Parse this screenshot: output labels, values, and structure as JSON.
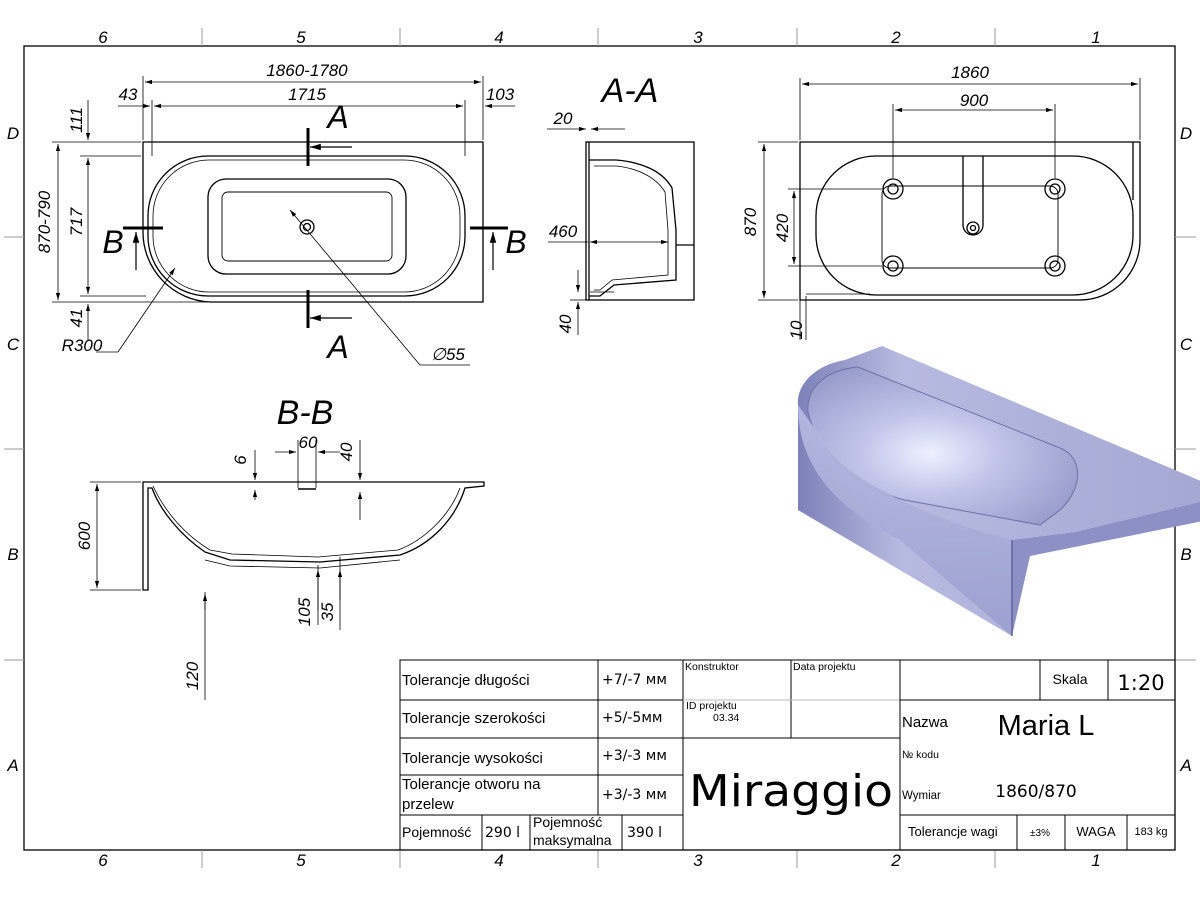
{
  "frame": {
    "columns": [
      "6",
      "5",
      "4",
      "3",
      "2",
      "1"
    ],
    "rows": [
      "D",
      "C",
      "B",
      "A"
    ]
  },
  "top_view": {
    "dim_overall": "1860-1780",
    "dim_inner": "1715",
    "dim_left": "43",
    "dim_right": "103",
    "dim_top": "111",
    "dim_height": "870-790",
    "dim_basin": "717",
    "dim_bottom": "41",
    "radius": "R300",
    "drain": "∅55",
    "section_a": "A",
    "section_b": "B"
  },
  "section_aa": {
    "title": "A-A",
    "dim_top": "20",
    "dim_depth": "460",
    "dim_bottom": "40"
  },
  "bottom_view": {
    "dim_length": "1860",
    "dim_feet": "900",
    "dim_width": "870",
    "dim_feet_y": "420",
    "dim_bottom": "10"
  },
  "section_bb": {
    "title": "B-B",
    "dim_60": "60",
    "dim_6": "6",
    "dim_40": "40",
    "dim_600": "600",
    "dim_105": "105",
    "dim_35": "35",
    "dim_120": "120"
  },
  "title_block": {
    "tol_length_label": "Tolerancje długości",
    "tol_length_value": "+7/-7 мм",
    "tol_width_label": "Tolerancje szerokości",
    "tol_width_value": "+5/-5мм",
    "tol_height_label": "Tolerancje wysokości",
    "tol_height_value": "+3/-3 мм",
    "tol_overflow_label_1": "Tolerancje otworu na",
    "tol_overflow_label_2": "przelew",
    "tol_overflow_value": "+3/-3 мм",
    "capacity_label": "Pojemność",
    "capacity_value": "290 l",
    "capacity_max_label_1": "Pojemność",
    "capacity_max_label_2": "maksymalna",
    "capacity_max_value": "390 l",
    "konstruktor_label": "Konstruktor",
    "data_label": "Data projektu",
    "id_label": "ID projektu",
    "id_value": "03.34",
    "brand": "Miraggio",
    "scale_label": "Skala",
    "scale_value": "1:20",
    "name_label": "Nazwa",
    "name_value": "Maria L",
    "code_label": "№ kodu",
    "size_label": "Wymiar",
    "size_value": "1860/870",
    "weight_tol_label": "Tolerancje wagi",
    "weight_tol_value": "±3%",
    "weight_label": "WAGA",
    "weight_value": "183 kg"
  },
  "colors": {
    "line": "#000000",
    "render_light": "#c9cbe6",
    "render_mid": "#9fa3cf",
    "render_dark": "#6d71a6"
  }
}
